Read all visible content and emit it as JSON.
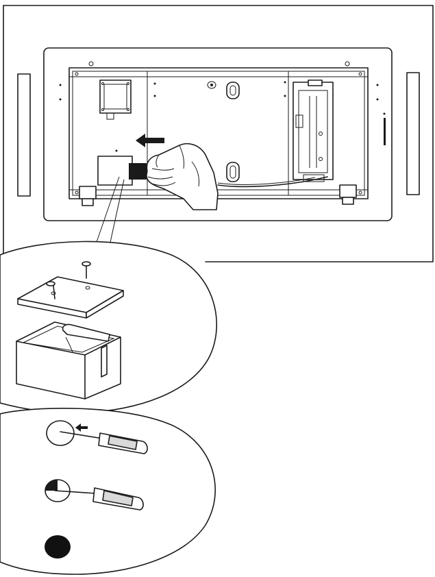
{
  "figure": {
    "subject": "installation-illustration",
    "panel_label_text": "",
    "steps": [
      "open-junction-box",
      "remove-knockout"
    ],
    "colors": {
      "ink": "#1a1a1a",
      "paper": "#ffffff",
      "shade": "#d9d9d9",
      "knockout": "#111111"
    },
    "icons": [
      "hand-icon",
      "arrow-left-icon",
      "screw-icon",
      "screwdriver-icon"
    ]
  }
}
